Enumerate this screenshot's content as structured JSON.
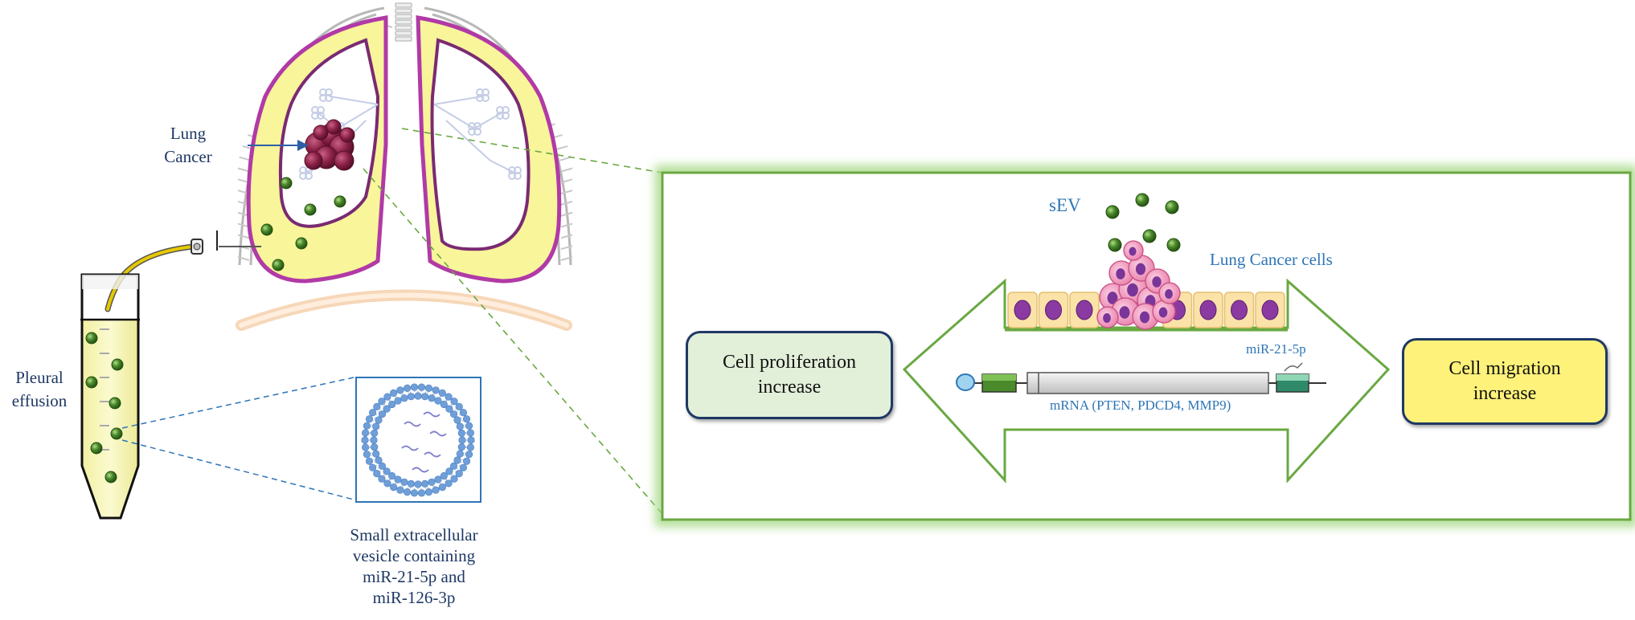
{
  "labels": {
    "lung_cancer": "Lung\nCancer",
    "pleural_effusion": "Pleural\neffusion",
    "vesicle": "Small extracellular\nvesicle containing\nmiR-21-5p and\nmiR-126-3p",
    "sev": "sEV",
    "cancer_cells": "Lung Cancer cells",
    "mirna": "miR-21-5p",
    "mrna": "mRNA (PTEN, PDCD4, MMP9)",
    "proliferation": "Cell proliferation\nincrease",
    "migration": "Cell migration\nincrease"
  },
  "colors": {
    "vesicle_green": "#4a8a2a",
    "lung_yellow": "#f8f59a",
    "pleura_purple": "#b13aa6",
    "frame_green": "#6aa842",
    "navy": "#1f3864",
    "blue": "#2e75b6",
    "prolif_fill": "#e2efd9",
    "migration_fill": "#fff27a",
    "box_border": "#1f3864",
    "tumor": "#8b2046",
    "cell_pink": "#e87aa7"
  }
}
